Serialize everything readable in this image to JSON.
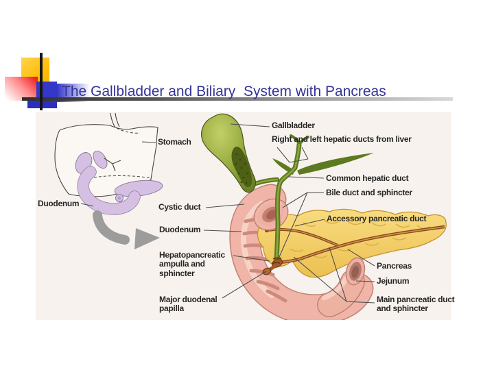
{
  "slide": {
    "title": "The Gallbladder and Biliary  System with Pancreas",
    "title_color": "#333399"
  },
  "figure": {
    "labels": {
      "stomach": "Stomach",
      "duodenum_inset": "Duodenum",
      "gallbladder": "Gallbladder",
      "hepatic_ducts": "Right and left hepatic ducts from liver",
      "common_hepatic_duct": "Common hepatic duct",
      "bile_duct_sphincter": "Bile duct and sphincter",
      "cystic_duct": "Cystic duct",
      "duodenum_main": "Duodenum",
      "hepatopancreatic": "Hepatopancreatic ampulla and sphincter",
      "major_duodenal_papilla": "Major duodenal papilla",
      "accessory_pancreatic_duct": "Accessory pancreatic duct",
      "pancreas": "Pancreas",
      "jejunum": "Jejunum",
      "main_pancreatic_duct": "Main pancreatic duct and sphincter"
    },
    "colors": {
      "figure_background": "#f7f2ed",
      "gallbladder_green": "#7f9430",
      "duct_green": "#5d7a21",
      "duodenum_pink": "#f0b5a8",
      "pancreas_yellow": "#f3cf6e",
      "pancreatic_duct_brown": "#8a4a1c",
      "inset_lavender": "#d5c0e3",
      "label_text": "#262626",
      "arrow_gray": "#9c9c9c"
    },
    "decor_colors": {
      "yellow_square": "#ffc20e",
      "red_square": "#ee1111",
      "blue_square": "#3437c8"
    }
  }
}
